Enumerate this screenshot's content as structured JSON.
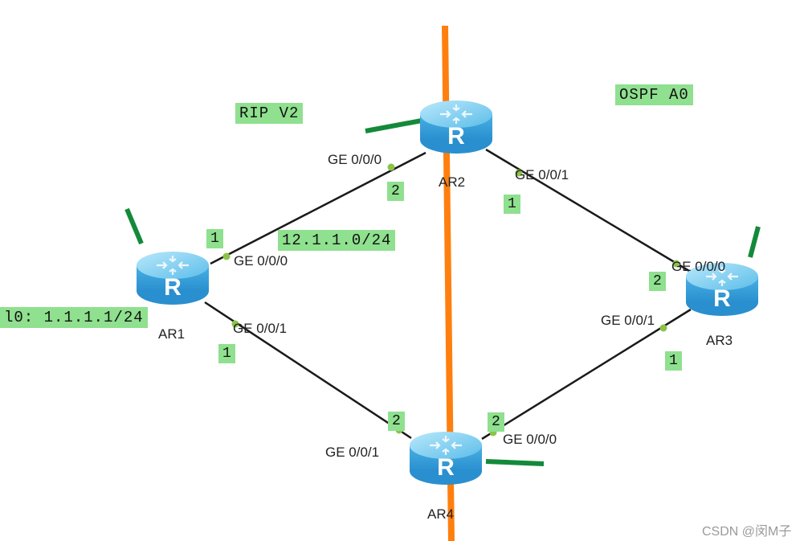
{
  "areas": {
    "rip": "RIP V2",
    "ospf": "OSPF A0"
  },
  "network_label": "12.1.1.0/24",
  "loopback_label": "l0: 1.1.1.1/24",
  "routers": [
    {
      "id": "ar1",
      "name": "AR1",
      "icon": "router-icon"
    },
    {
      "id": "ar2",
      "name": "AR2",
      "icon": "router-icon"
    },
    {
      "id": "ar3",
      "name": "AR3",
      "icon": "router-icon"
    },
    {
      "id": "ar4",
      "name": "AR4",
      "icon": "router-icon"
    }
  ],
  "ports": {
    "ar1_g0": "GE 0/0/0",
    "ar1_g1": "GE 0/0/1",
    "ar2_g0": "GE 0/0/0",
    "ar2_g1": "GE 0/0/1",
    "ar3_g0": "GE 0/0/0",
    "ar3_g1": "GE 0/0/1",
    "ar4_g1": "GE 0/0/1",
    "ar4_g0": "GE 0/0/0"
  },
  "host_ids": {
    "ar1_g0": "1",
    "ar1_g1": "1",
    "ar2_g0": "2",
    "ar2_g1": "1",
    "ar3_g0": "2",
    "ar3_g1": "1",
    "ar4_g1": "2",
    "ar4_g0": "2"
  },
  "watermark": "CSDN @闵M子",
  "colors": {
    "link": "#1a1a1a",
    "boundary": "#ff7f0e",
    "label_bg": "#8fe08f",
    "port_dot": "#8bc34a",
    "router": "#4fb3e8"
  }
}
